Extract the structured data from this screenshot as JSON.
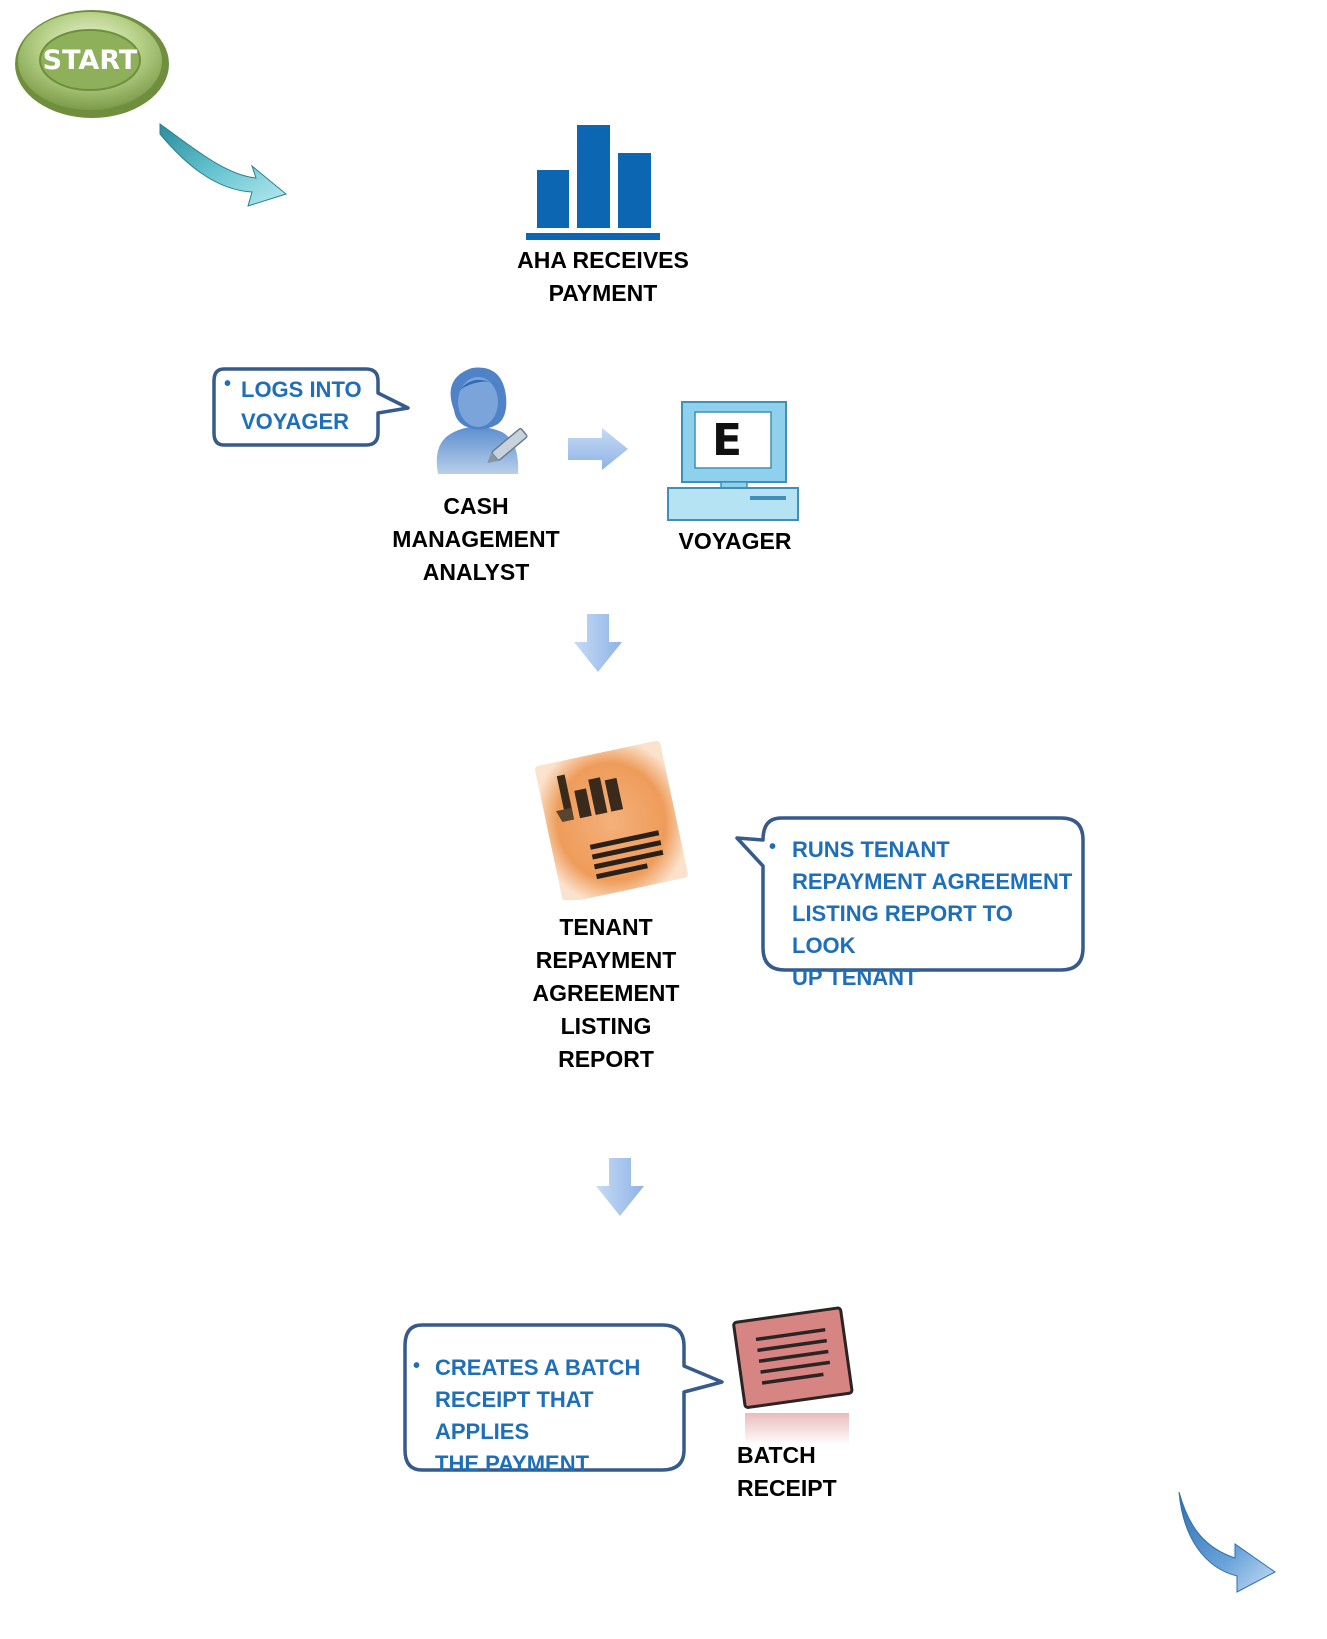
{
  "start": {
    "label": "START"
  },
  "step_payment": {
    "label": "AHA RECEIVES\nPAYMENT"
  },
  "step_analyst": {
    "label": "CASH\nMANAGEMENT\nANALYST",
    "callout_text": "LOGS INTO\nVOYAGER"
  },
  "step_voyager": {
    "label": "VOYAGER",
    "screen_letter": "E"
  },
  "step_report": {
    "label": "TENANT\nREPAYMENT\nAGREEMENT\nLISTING\nREPORT",
    "callout_text": "RUNS TENANT\nREPAYMENT AGREEMENT\nLISTING REPORT TO LOOK\nUP  TENANT"
  },
  "step_batch": {
    "label": "BATCH\nRECEIPT",
    "callout_text": "CREATES A BATCH\nRECEIPT THAT APPLIES\nTHE PAYMENT"
  },
  "colors": {
    "bar_blue": "#0d66b1",
    "callout_border": "#365a8c",
    "callout_text": "#1f6fb8",
    "arrow_light": "#a9c6ee",
    "start_green": "#8fb05a",
    "report_orange": "#f0a566",
    "receipt_red": "#d78583"
  },
  "icons": [
    "start-badge-icon",
    "curved-arrow-icon",
    "bar-chart-icon",
    "person-icon",
    "computer-icon",
    "report-document-icon",
    "receipt-icon",
    "arrow-right-icon",
    "arrow-down-icon"
  ]
}
